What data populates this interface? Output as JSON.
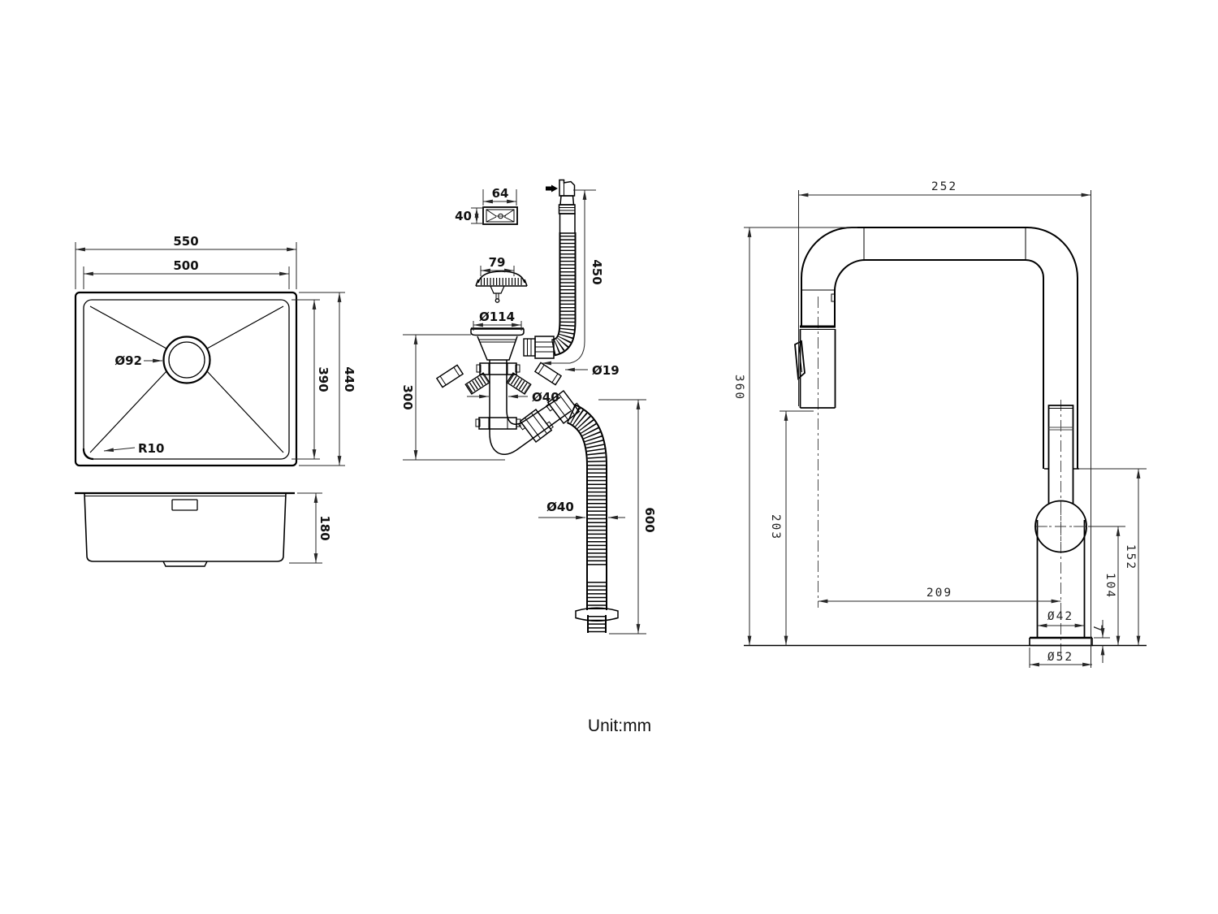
{
  "sink_top": {
    "outer_width": "550",
    "inner_width": "500",
    "drain_diameter": "Ø92",
    "corner_radius": "R10",
    "inner_depth": "390",
    "outer_depth": "440"
  },
  "sink_side": {
    "bowl_height": "180"
  },
  "drain": {
    "overflow_cover_width": "64",
    "overflow_cover_height": "40",
    "strainer_diameter": "79",
    "flange_diameter": "Ø114",
    "overflow_hose_length": "450",
    "trap_height": "300",
    "spigot_diameter": "Ø19",
    "tailpipe_diameter": "Ø40",
    "outlet_hose_diameter": "Ø40",
    "outlet_hose_length": "600"
  },
  "faucet": {
    "spout_reach": "252",
    "total_height": "360",
    "spout_clearance": "203",
    "spout_offset": "209",
    "handle_top_height": "152",
    "ball_joint_height": "104",
    "body_diameter": "Ø42",
    "base_thickness": "7",
    "base_diameter": "Ø52"
  },
  "note": {
    "unit": "Unit:mm"
  }
}
